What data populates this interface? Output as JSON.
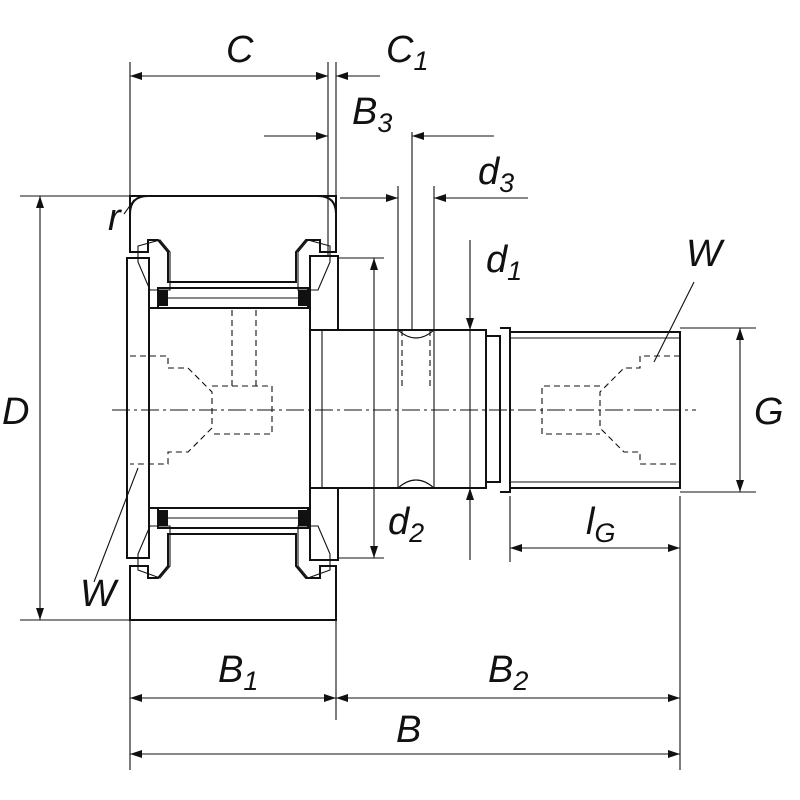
{
  "labels": {
    "C": {
      "main": "C",
      "sub": ""
    },
    "C1": {
      "main": "C",
      "sub": "1"
    },
    "B3": {
      "main": "B",
      "sub": "3"
    },
    "d3": {
      "main": "d",
      "sub": "3"
    },
    "d1": {
      "main": "d",
      "sub": "1"
    },
    "W_top": {
      "main": "W",
      "sub": ""
    },
    "r": {
      "main": "r",
      "sub": ""
    },
    "D": {
      "main": "D",
      "sub": ""
    },
    "G": {
      "main": "G",
      "sub": ""
    },
    "d2": {
      "main": "d",
      "sub": "2"
    },
    "lG": {
      "main": "l",
      "sub": "G"
    },
    "W_bottom": {
      "main": "W",
      "sub": ""
    },
    "B1": {
      "main": "B",
      "sub": "1"
    },
    "B2": {
      "main": "B",
      "sub": "2"
    },
    "B": {
      "main": "B",
      "sub": ""
    }
  }
}
